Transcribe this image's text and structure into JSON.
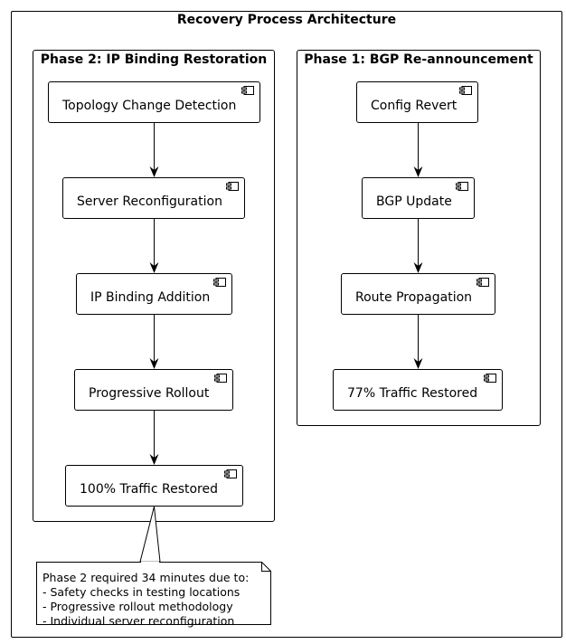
{
  "diagram": {
    "title": "Recovery Process Architecture",
    "phase2": {
      "title": "Phase 2: IP Binding Restoration",
      "steps": [
        "Topology Change Detection",
        "Server Reconfiguration",
        "IP Binding Addition",
        "Progressive Rollout",
        "100% Traffic Restored"
      ]
    },
    "phase1": {
      "title": "Phase 1: BGP Re-announcement",
      "steps": [
        "Config Revert",
        "BGP Update",
        "Route Propagation",
        "77% Traffic Restored"
      ]
    },
    "note": {
      "lines": [
        "Phase 2 required 34 minutes due to:",
        "- Safety checks in testing locations",
        "- Progressive rollout methodology",
        "- Individual server reconfiguration"
      ]
    }
  }
}
